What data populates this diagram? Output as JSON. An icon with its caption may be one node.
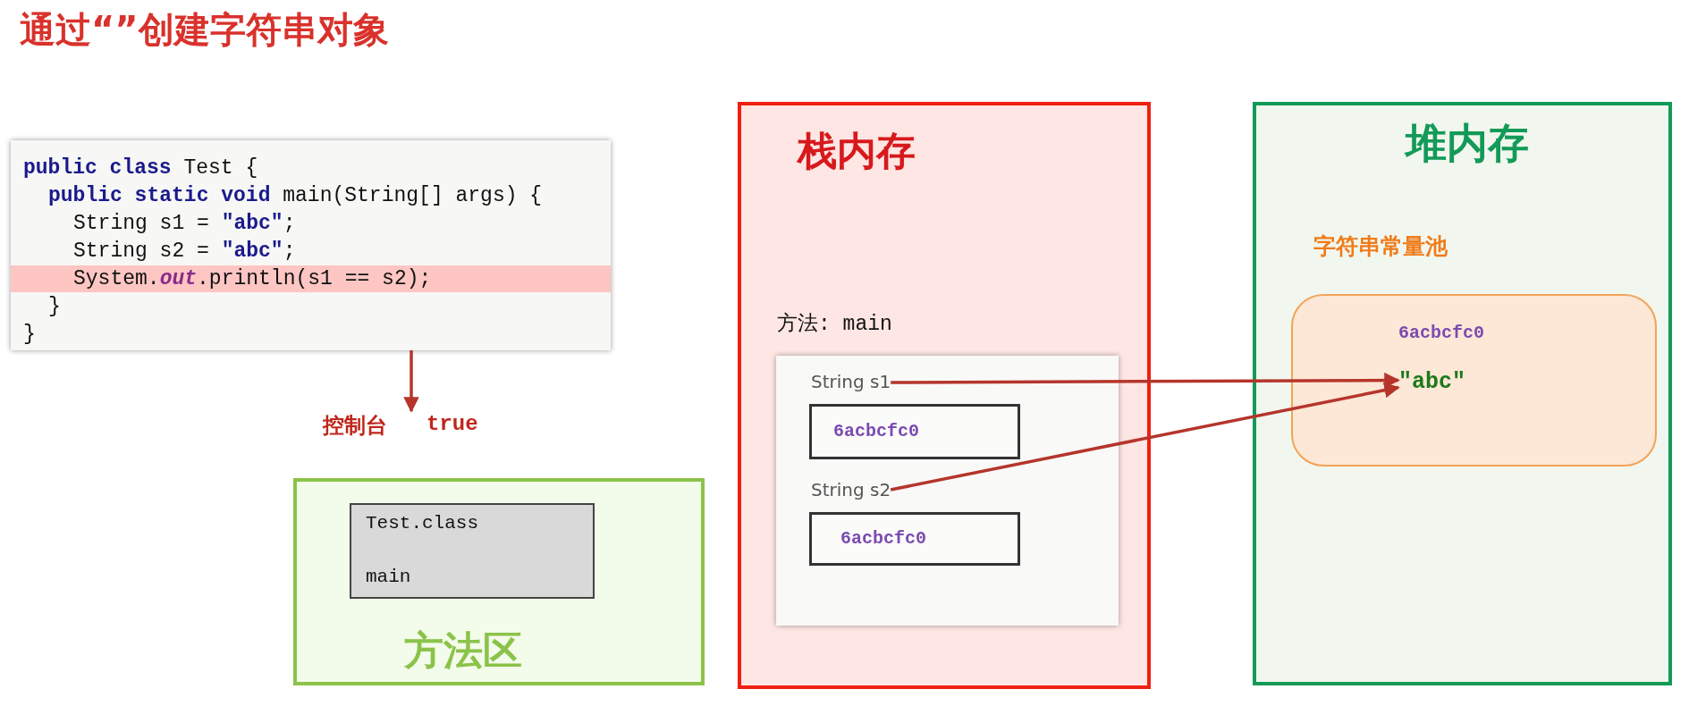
{
  "diagram": {
    "title": "通过“”创建字符串对象",
    "nodes": [
      {
        "text": [
          "栈内存"
        ]
      },
      {
        "text": [
          "方法: main"
        ],
        "in": 0
      },
      {
        "text": [
          "String s1"
        ],
        "in": 1
      },
      {
        "text": [
          "6acbcfc0"
        ],
        "in": 1
      },
      {
        "text": [
          "String s2"
        ],
        "in": 1
      },
      {
        "text": [
          "6acbcfc0"
        ],
        "in": 1
      },
      {
        "text": [
          "堆内存"
        ]
      },
      {
        "text": [
          "字符串常量池",
          "6acbcfc0"
        ],
        "in": 6
      },
      {
        "text": [
          "\"abc\""
        ],
        "in": 7
      },
      {
        "text": [
          "方法区"
        ]
      },
      {
        "text": [
          "Test.class",
          "main"
        ],
        "in": 9
      },
      {
        "text": [
          "**public class** Test {",
          "**public static void** main(String[] args) {",
          "String s1 = **\"abc\"**;",
          "String s2 = **\"abc\"**;",
          "System.*out*.println(s1 == s2);",
          "}",
          "}"
        ]
      },
      {
        "text": [
          "控制台",
          "true"
        ]
      }
    ],
    "edges": [
      {
        "from": 11,
        "to": 12,
        "arrow": "to"
      },
      {
        "from": 2,
        "to": 8,
        "arrow": "to"
      },
      {
        "from": 4,
        "to": 8,
        "arrow": "to"
      }
    ]
  }
}
